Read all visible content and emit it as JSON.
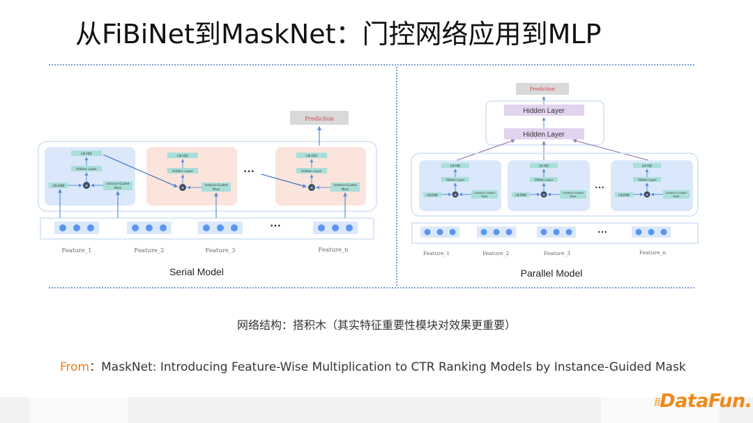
{
  "slide": {
    "title": "从FiBiNet到MaskNet：门控网络应用到MLP",
    "caption": "网络结构：搭积木（其实特征重要性模块对效果更重要）",
    "source_prefix": "From",
    "source_text": "：MaskNet: Introducing Feature-Wise Multiplication to CTR Ranking Models by Instance-Guided Mask",
    "logo": "DataFun."
  },
  "serial": {
    "label": "Serial Model",
    "prediction": "Prediction",
    "ellipsis": "•••",
    "block": {
      "top": "LN-HID",
      "hidden": "Hidden Layer",
      "emb": "LN-EMB",
      "mask_line1": "Instance-Guided",
      "mask_line2": "Mask",
      "mult": "✕"
    },
    "features": [
      "Feature_1",
      "Feature_2",
      "Feature_3",
      "Feature_n"
    ]
  },
  "parallel": {
    "label": "Parallel Model",
    "prediction": "Prediction",
    "hidden_top": "Hidden Layer",
    "hidden_bottom": "Hidden Layer",
    "ellipsis": "•••",
    "block": {
      "top": "LN-HID",
      "hidden": "Hidden Layer",
      "emb": "LN-EMB",
      "mask_line1": "Instance-Guided",
      "mask_line2": "Mask",
      "mult": "✕"
    },
    "features": [
      "Feature_1",
      "Feature_2",
      "Feature_3",
      "Feature_n"
    ]
  },
  "colors": {
    "blue_block": "#dbe8fb",
    "pink_block": "#fbe4dc",
    "teal_box": "#a9dfd9",
    "dot_blue": "#5b95f0",
    "arrow": "#5a8ed8",
    "prediction_bg": "#d9d9d9",
    "prediction_text": "#d64545",
    "hidden_purple": "#e2d3ef",
    "accent_orange": "#f07b1c"
  }
}
